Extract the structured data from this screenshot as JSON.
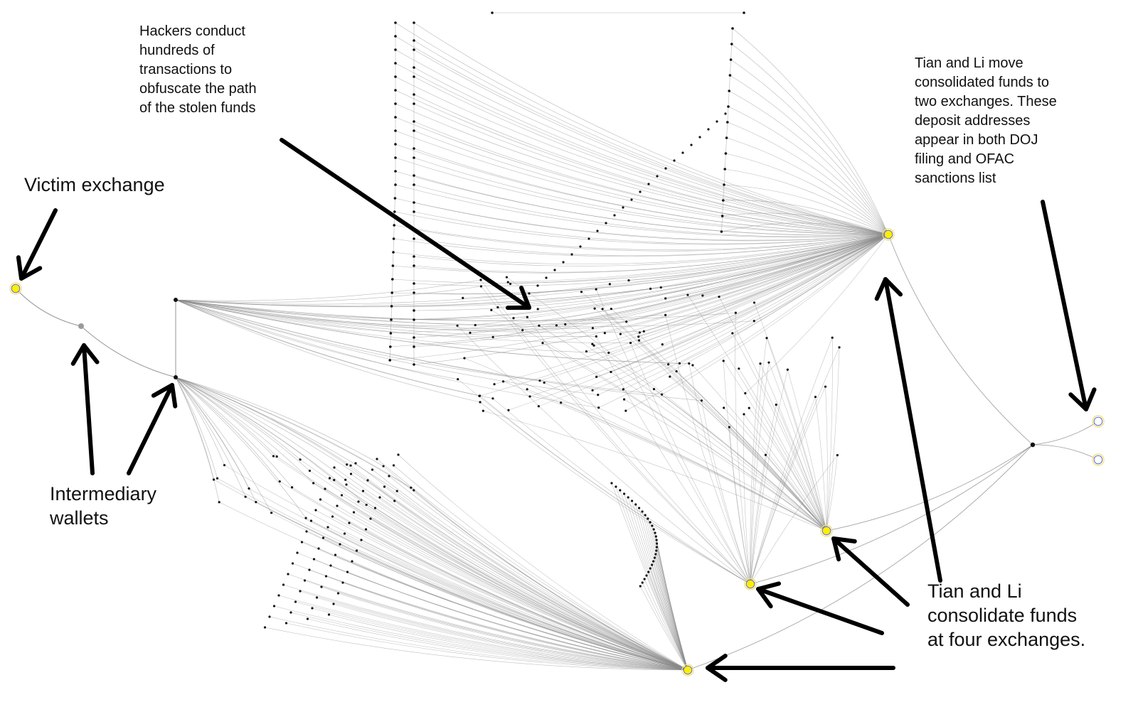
{
  "annotations": {
    "victim_exchange": "Victim exchange",
    "hackers": "Hackers conduct\nhundreds of\ntransactions to\nobfuscate the path\nof the stolen funds",
    "tian_li_move": "Tian and Li move\nconsolidated funds to\ntwo exchanges. These\ndeposit addresses\nappear in both DOJ\nfiling and OFAC\nsanctions list",
    "intermediary_wallets": "Intermediary\nwallets",
    "tian_li_consolidate": "Tian and Li\nconsolidate funds\nat four exchanges."
  },
  "colors": {
    "exchange_fill": "#ffee00",
    "exchange_ring": "#5b6bd6",
    "exchange_halo": "#f2df6a",
    "wallet_fill": "#111111",
    "intermediary_fill": "#9a9a9a",
    "edge": "#8a8a8a",
    "arrow": "#000000",
    "final_exchange_fill": "#ffffff"
  },
  "graph": {
    "node_roles": {
      "victim_exchange": 1,
      "intermediary_wallets": 3,
      "consolidation_exchanges": 4,
      "final_exchanges": 2,
      "final_hub_wallet": 1
    },
    "flow": [
      "Victim exchange",
      "Intermediary wallets",
      "Hundreds of obfuscation transactions",
      "Four consolidation exchanges",
      "Hub wallet",
      "Two final exchanges"
    ]
  }
}
